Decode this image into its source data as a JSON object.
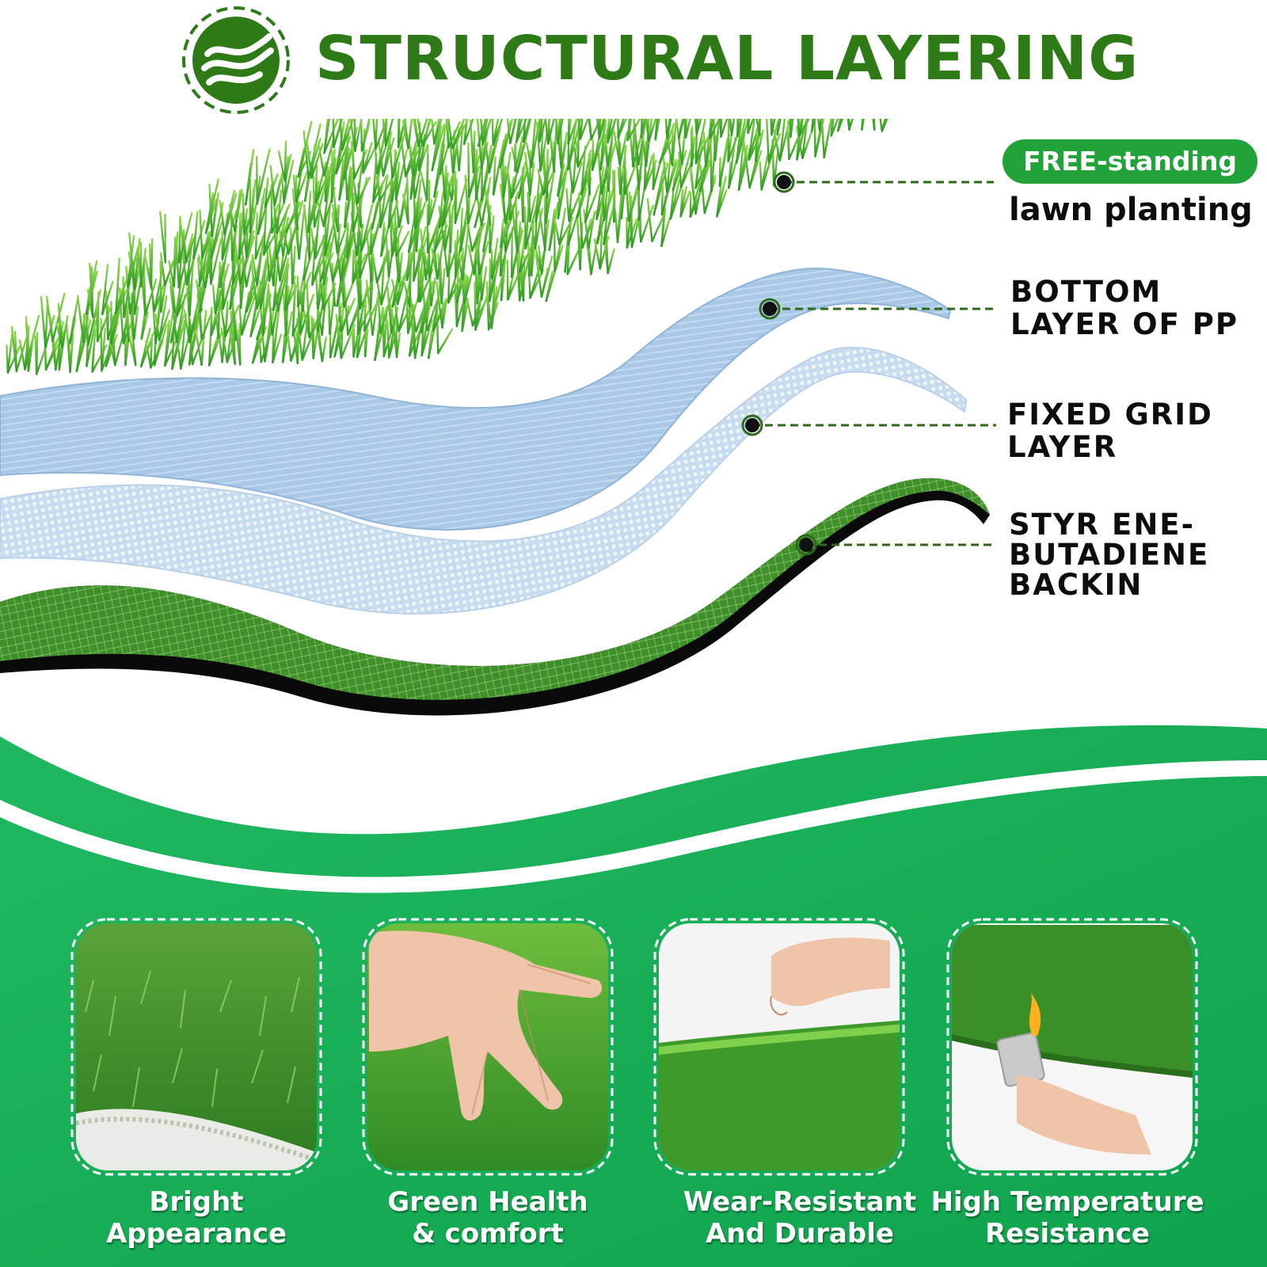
{
  "header": {
    "title": "STRUCTURAL LAYERING",
    "logo_icon": "wave-leaf-icon"
  },
  "callouts": {
    "free_standing_pill": "FREE-standing",
    "lawn": "lawn planting",
    "pp": [
      "BOTTOM",
      "LAYER OF PP"
    ],
    "grid": [
      "FIXED GRID",
      "LAYER"
    ],
    "sbr": [
      "STYR ENE-",
      "BUTADIENE",
      "BACKIN"
    ]
  },
  "features": [
    {
      "line1": "Bright",
      "line2": "Appearance",
      "image": "turf-closeup-image"
    },
    {
      "line1": "Green Health",
      "line2": "& comfort",
      "image": "hand-on-turf-image"
    },
    {
      "line1": "Wear-Resistant",
      "line2": "And Durable",
      "image": "pulling-turf-image"
    },
    {
      "line1": "High Temperature",
      "line2": "Resistance",
      "image": "lighter-on-turf-image"
    }
  ],
  "colors": {
    "title_green": "#2d7a17",
    "pill_green": "#22a33a",
    "band_green": "#18b05a",
    "leader_green": "#2d6a1a"
  }
}
